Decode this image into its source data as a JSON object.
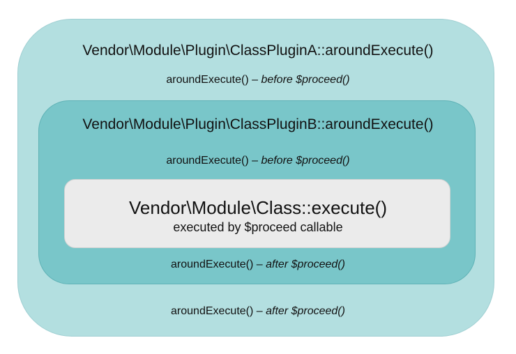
{
  "outer_box": {
    "title": "Vendor\\Module\\Plugin\\ClassPluginA::aroundExecute()",
    "before": {
      "call": "aroundExecute() – ",
      "phase": "before $proceed()"
    },
    "after": {
      "call": "aroundExecute() – ",
      "phase": "after $proceed()"
    }
  },
  "middle_box": {
    "title": "Vendor\\Module\\Plugin\\ClassPluginB::aroundExecute()",
    "before": {
      "call": "aroundExecute() – ",
      "phase": "before $proceed()"
    },
    "after": {
      "call": "aroundExecute() – ",
      "phase": "after $proceed()"
    }
  },
  "inner_box": {
    "title": "Vendor\\Module\\Class::execute()",
    "subtitle": "executed by $proceed callable"
  },
  "colors": {
    "outer_fill": "#b3dfe0",
    "middle_fill": "#79c6c9",
    "inner_fill": "#ebebeb",
    "text": "#111111"
  }
}
